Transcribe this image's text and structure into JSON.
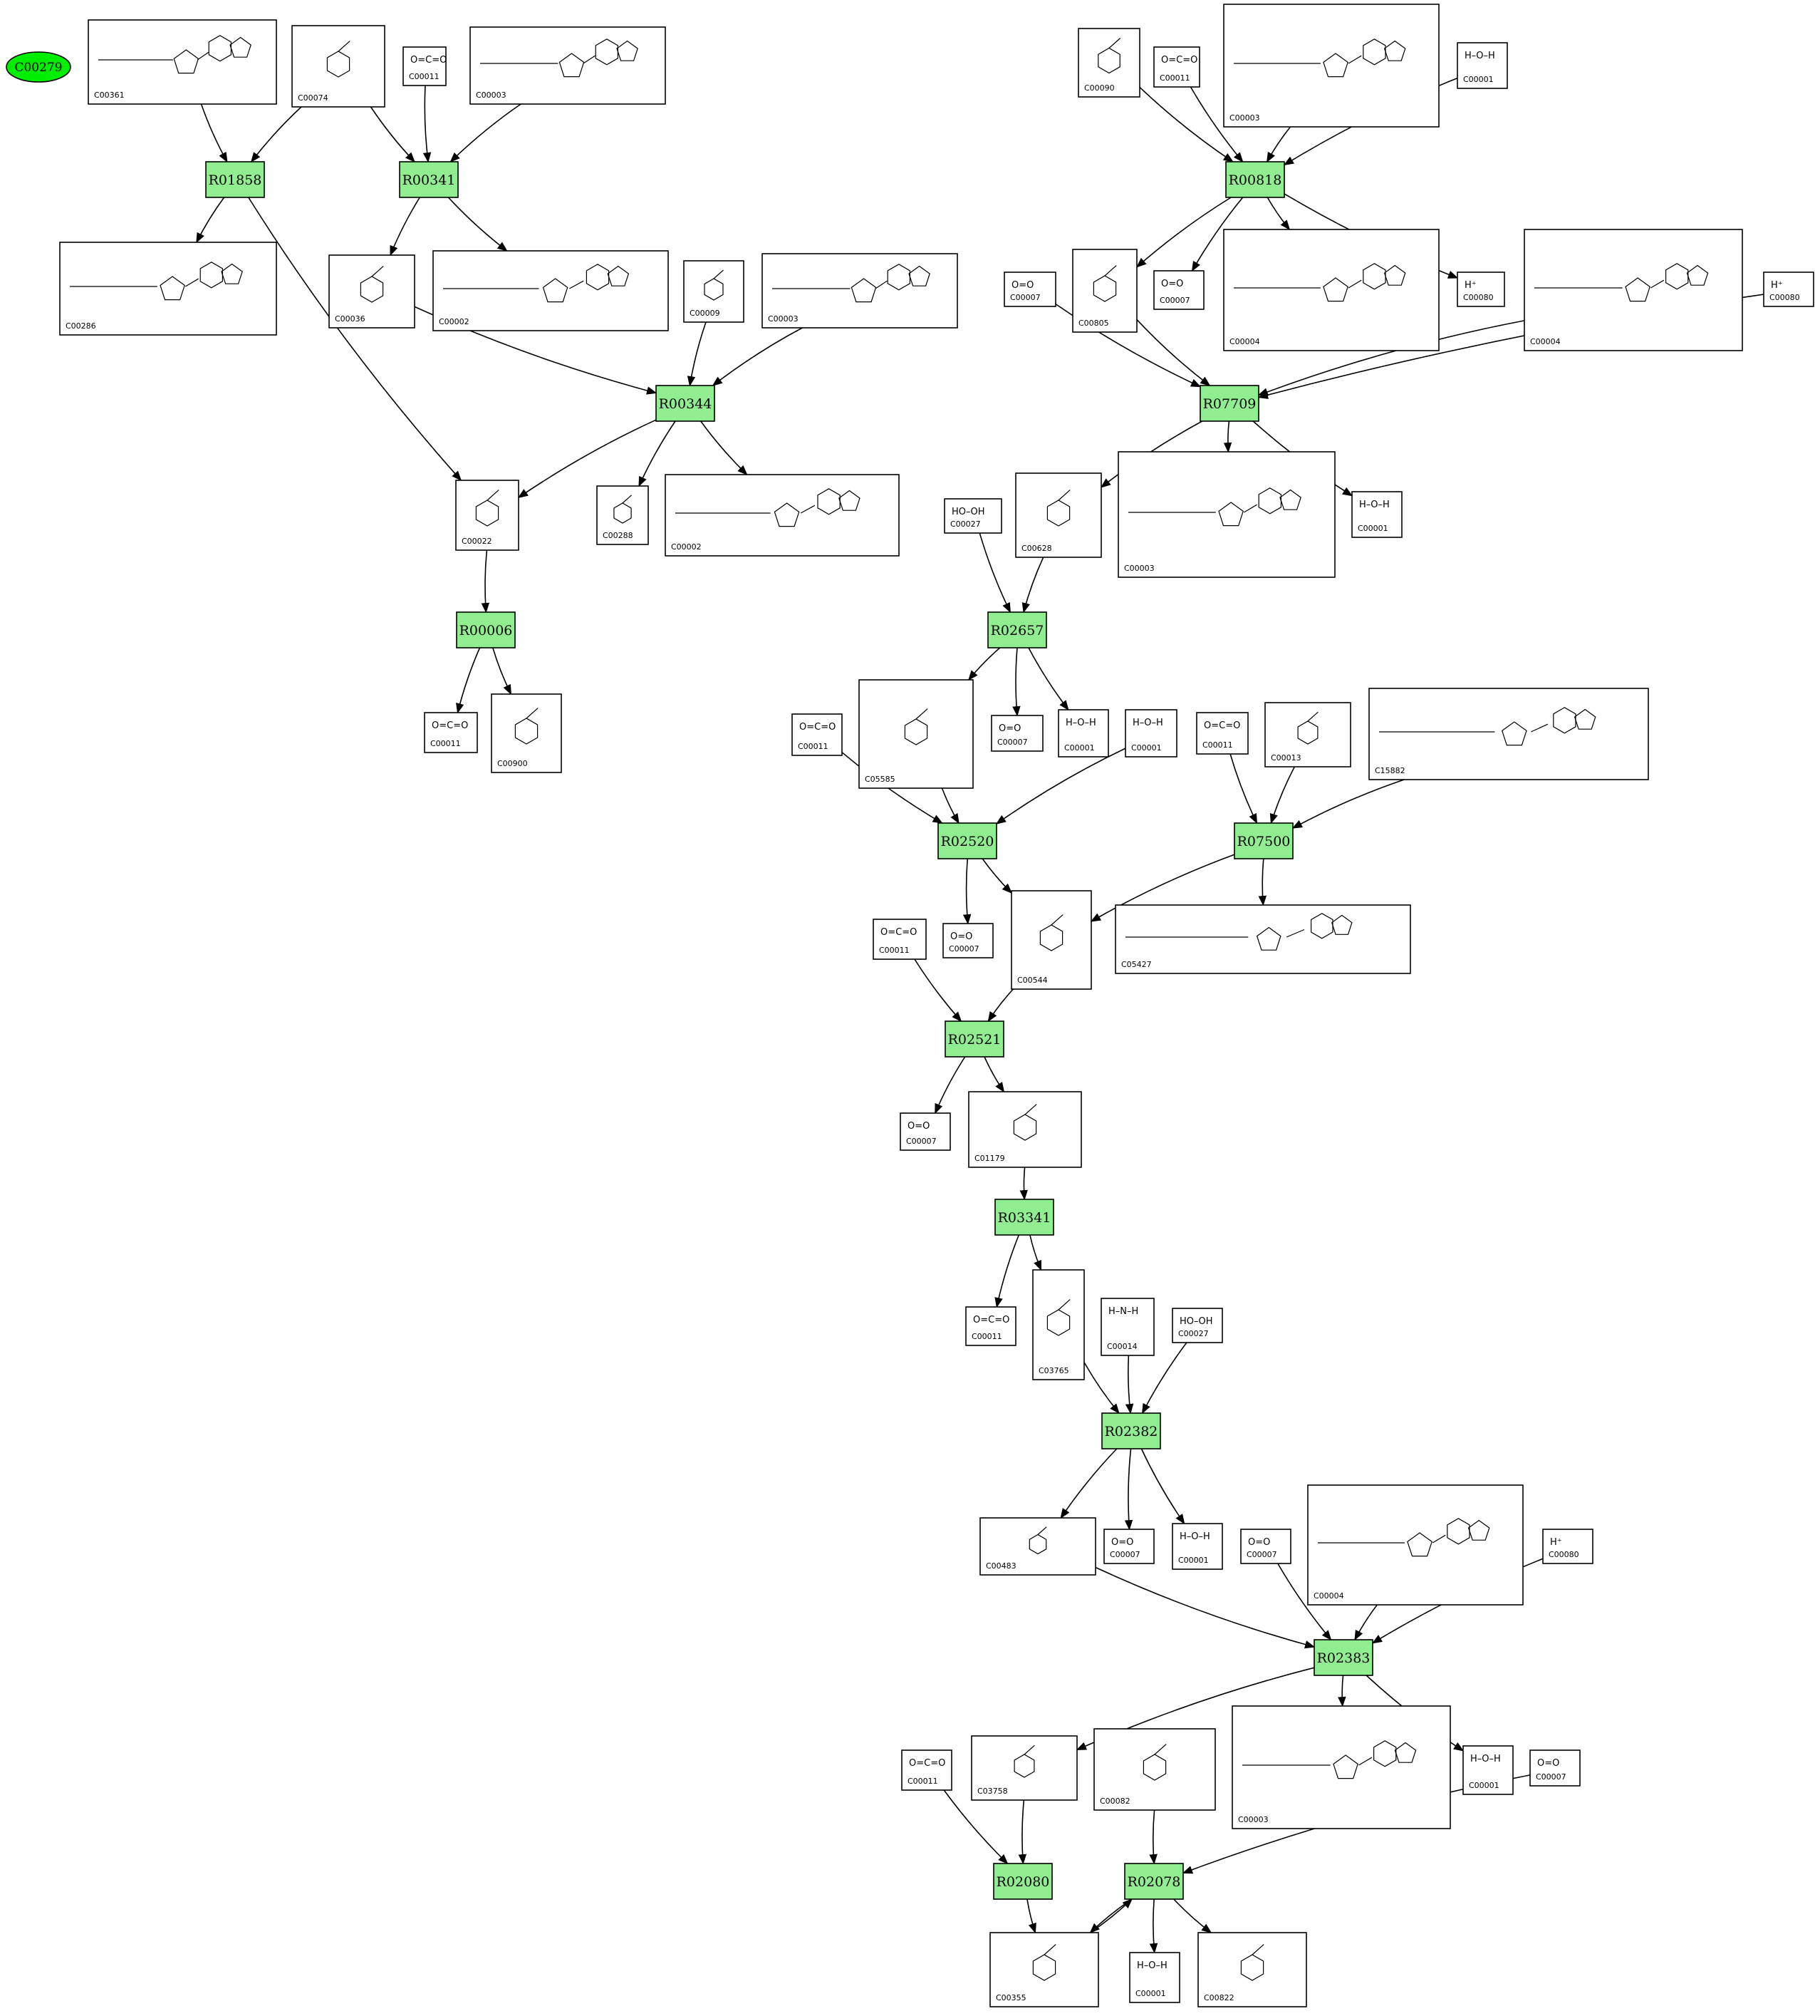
{
  "start_node": "C00279",
  "reactions": [
    "R01858",
    "R00341",
    "R00344",
    "R00006",
    "R00818",
    "R07709",
    "R02657",
    "R02520",
    "R07500",
    "R02521",
    "R03341",
    "R02382",
    "R02383",
    "R02080",
    "R02078"
  ],
  "compounds": {
    "n1": {
      "id": "C00361",
      "formula": ""
    },
    "n2": {
      "id": "C00074",
      "formula": ""
    },
    "n3": {
      "id": "C00011",
      "formula": "O=C=O"
    },
    "n4": {
      "id": "C00003",
      "formula": ""
    },
    "n5": {
      "id": "C00286",
      "formula": ""
    },
    "n6": {
      "id": "C00036",
      "formula": ""
    },
    "n7": {
      "id": "C00002",
      "formula": ""
    },
    "n8": {
      "id": "C00009",
      "formula": ""
    },
    "n9": {
      "id": "C00003",
      "formula": ""
    },
    "n10": {
      "id": "C00022",
      "formula": ""
    },
    "n11": {
      "id": "C00288",
      "formula": ""
    },
    "n12": {
      "id": "C00002",
      "formula": ""
    },
    "n13": {
      "id": "C00011",
      "formula": "O=C=O"
    },
    "n14": {
      "id": "C00900",
      "formula": ""
    },
    "n15": {
      "id": "C00090",
      "formula": ""
    },
    "n16": {
      "id": "C00011",
      "formula": "O=C=O"
    },
    "n17": {
      "id": "C00003",
      "formula": ""
    },
    "n18": {
      "id": "C00001",
      "formula": "H–O–H"
    },
    "n19": {
      "id": "C00007",
      "formula": "O=O"
    },
    "n20": {
      "id": "C00805",
      "formula": ""
    },
    "n21": {
      "id": "C00007",
      "formula": "O=O"
    },
    "n22": {
      "id": "C00004",
      "formula": ""
    },
    "n23": {
      "id": "C00080",
      "formula": "H⁺"
    },
    "n24": {
      "id": "C00004",
      "formula": ""
    },
    "n25": {
      "id": "C00080",
      "formula": "H⁺"
    },
    "n26": {
      "id": "C00027",
      "formula": "HO–OH"
    },
    "n27": {
      "id": "C00628",
      "formula": ""
    },
    "n28": {
      "id": "C00003",
      "formula": ""
    },
    "n29": {
      "id": "C00001",
      "formula": "H–O–H"
    },
    "n30": {
      "id": "C00011",
      "formula": "O=C=O"
    },
    "n31": {
      "id": "C05585",
      "formula": ""
    },
    "n32": {
      "id": "C00007",
      "formula": "O=O"
    },
    "n33": {
      "id": "C00001",
      "formula": "H–O–H"
    },
    "n34": {
      "id": "C00001",
      "formula": "H–O–H"
    },
    "n35": {
      "id": "C00011",
      "formula": "O=C=O"
    },
    "n36": {
      "id": "C00013",
      "formula": ""
    },
    "n37": {
      "id": "C15882",
      "formula": ""
    },
    "n38": {
      "id": "C00011",
      "formula": "O=C=O"
    },
    "n39": {
      "id": "C00007",
      "formula": "O=O"
    },
    "n40": {
      "id": "C00544",
      "formula": ""
    },
    "n41": {
      "id": "C05427",
      "formula": ""
    },
    "n42": {
      "id": "C00007",
      "formula": "O=O"
    },
    "n43": {
      "id": "C01179",
      "formula": ""
    },
    "n44": {
      "id": "C00011",
      "formula": "O=C=O"
    },
    "n45": {
      "id": "C03765",
      "formula": ""
    },
    "n46": {
      "id": "C00014",
      "formula": "H–N–H"
    },
    "n47": {
      "id": "C00027",
      "formula": "HO–OH"
    },
    "n48": {
      "id": "C00483",
      "formula": ""
    },
    "n49": {
      "id": "C00007",
      "formula": "O=O"
    },
    "n50": {
      "id": "C00001",
      "formula": "H–O–H"
    },
    "n51": {
      "id": "C00007",
      "formula": "O=O"
    },
    "n52": {
      "id": "C00004",
      "formula": ""
    },
    "n53": {
      "id": "C00080",
      "formula": "H⁺"
    },
    "n54": {
      "id": "C00011",
      "formula": "O=C=O"
    },
    "n55": {
      "id": "C03758",
      "formula": ""
    },
    "n56": {
      "id": "C00082",
      "formula": ""
    },
    "n57": {
      "id": "C00003",
      "formula": ""
    },
    "n58": {
      "id": "C00001",
      "formula": "H–O–H"
    },
    "n59": {
      "id": "C00007",
      "formula": "O=O"
    },
    "n60": {
      "id": "C00355",
      "formula": ""
    },
    "n61": {
      "id": "C00001",
      "formula": "H–O–H"
    },
    "n62": {
      "id": "C00822",
      "formula": ""
    }
  }
}
